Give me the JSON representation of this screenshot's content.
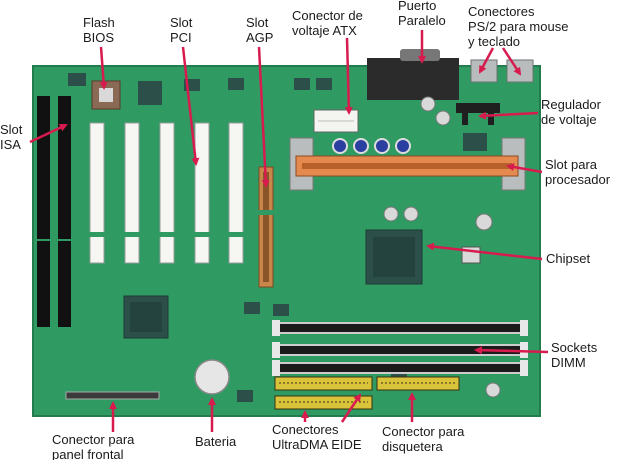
{
  "colors": {
    "board": "#2f9b63",
    "board_edge": "#237c4d",
    "arrow": "#d81b4f",
    "slot_black": "#111111",
    "slot_white": "#f6f6f2",
    "agp_brown": "#c9864b",
    "proc_orange": "#e58a4f",
    "chip": "#2d4f4a",
    "ide_yellow": "#d9c33a",
    "connector_gray": "#9aa0a0"
  },
  "labels": {
    "flash_bios": "Flash\nBIOS",
    "slot_pci": "Slot\nPCI",
    "slot_agp": "Slot\nAGP",
    "conector_atx": "Conector de\nvoltaje ATX",
    "puerto_paralelo": "Puerto\nParalelo",
    "conectores_ps2": "Conectores\nPS/2 para mouse\ny teclado",
    "slot_isa": "Slot\nISA",
    "regulador_voltaje": "Regulador\nde voltaje",
    "slot_procesador": "Slot para\nprocesador",
    "chipset": "Chipset",
    "sockets_dimm": "Sockets\nDIMM",
    "conector_panel_frontal": "Conector para\npanel frontal",
    "bateria": "Bateria",
    "conectores_eide": "Conectores\nUltraDMA EIDE",
    "conector_disquetera": "Conector para\ndisquetera"
  }
}
